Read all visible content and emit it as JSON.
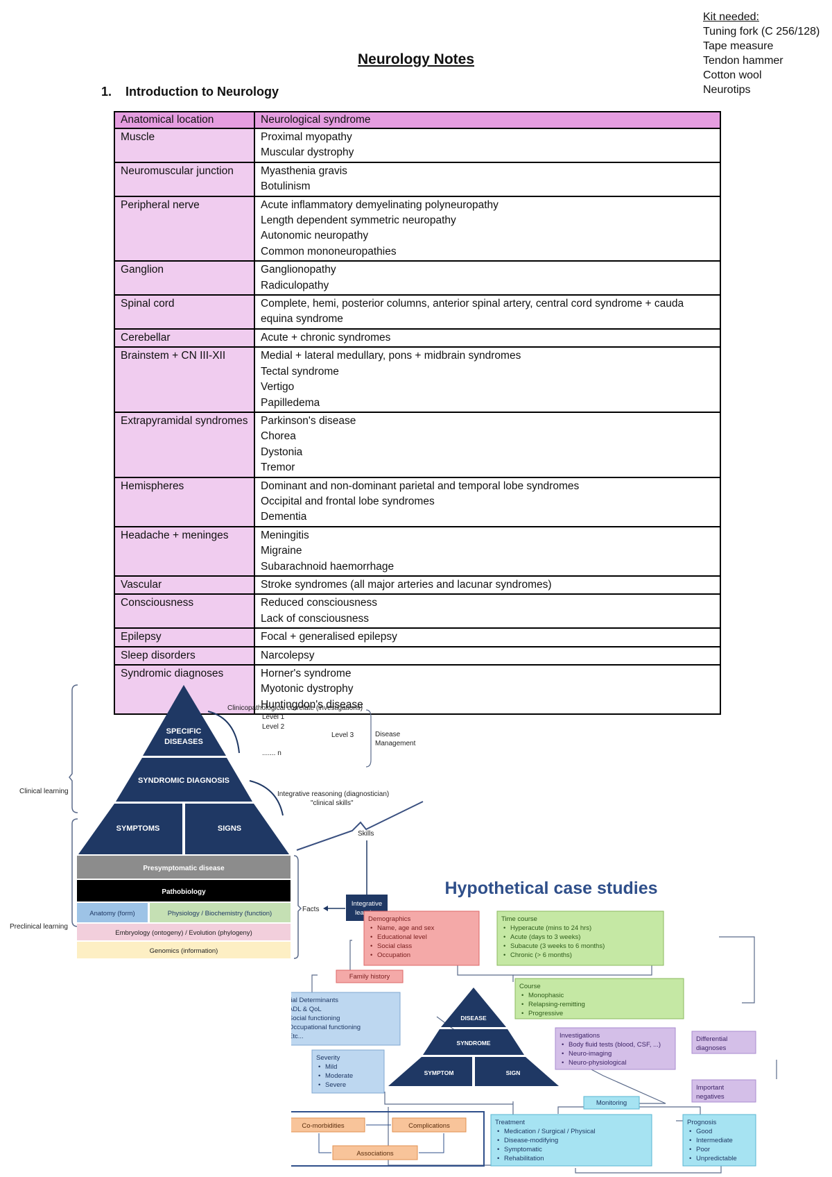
{
  "kit": {
    "heading": "Kit needed:",
    "items": [
      "Tuning fork (C 256/128)",
      "Tape measure",
      "Tendon hammer",
      "Cotton wool",
      "Neurotips"
    ]
  },
  "title": "Neurology Notes",
  "section": {
    "number": "1.",
    "name": "Introduction to Neurology"
  },
  "table": {
    "headers": [
      "Anatomical location",
      "Neurological syndrome"
    ],
    "rows": [
      {
        "loc": "Muscle",
        "syn": [
          "Proximal myopathy",
          "Muscular dystrophy"
        ]
      },
      {
        "loc": "Neuromuscular junction",
        "syn": [
          "Myasthenia gravis",
          "Botulinism"
        ]
      },
      {
        "loc": "Peripheral nerve",
        "syn": [
          "Acute inflammatory demyelinating polyneuropathy",
          "Length dependent symmetric neuropathy",
          "Autonomic neuropathy",
          "Common mononeuropathies"
        ]
      },
      {
        "loc": "Ganglion",
        "syn": [
          "Ganglionopathy",
          "Radiculopathy"
        ]
      },
      {
        "loc": "Spinal cord",
        "syn": [
          "Complete, hemi, posterior columns, anterior spinal artery, central cord syndrome + cauda equina syndrome"
        ]
      },
      {
        "loc": "Cerebellar",
        "syn": [
          "Acute + chronic syndromes"
        ]
      },
      {
        "loc": "Brainstem + CN III-XII",
        "syn": [
          "Medial + lateral medullary, pons + midbrain syndromes",
          "Tectal syndrome",
          "Vertigo",
          "Papilledema"
        ]
      },
      {
        "loc": "Extrapyramidal syndromes",
        "syn": [
          "Parkinson's disease",
          "Chorea",
          "Dystonia",
          "Tremor"
        ]
      },
      {
        "loc": "Hemispheres",
        "syn": [
          "Dominant and non-dominant parietal and temporal lobe syndromes",
          "Occipital and frontal lobe syndromes",
          "Dementia"
        ]
      },
      {
        "loc": "Headache + meninges",
        "syn": [
          "Meningitis",
          "Migraine",
          "Subarachnoid haemorrhage"
        ]
      },
      {
        "loc": "Vascular",
        "syn": [
          "Stroke syndromes (all major arteries and lacunar syndromes)"
        ]
      },
      {
        "loc": "Consciousness",
        "syn": [
          "Reduced consciousness",
          "Lack of consciousness"
        ]
      },
      {
        "loc": "Epilepsy",
        "syn": [
          "Focal + generalised epilepsy"
        ]
      },
      {
        "loc": "Sleep disorders",
        "syn": [
          "Narcolepsy"
        ]
      },
      {
        "loc": "Syndromic diagnoses",
        "syn": [
          "Horner's syndrome",
          "Myotonic dystrophy",
          "Huntingdon's disease"
        ]
      }
    ]
  },
  "pyramid": {
    "specific": [
      "SPECIFIC",
      "DISEASES"
    ],
    "syndromic": "SYNDROMIC DIAGNOSIS",
    "symptoms": "SYMPTOMS",
    "signs": "SIGNS",
    "presymptomatic": "Presymptomatic disease",
    "pathobiology": "Pathobiology",
    "anatomy": "Anatomy (form)",
    "physiology": "Physiology / Biochemistry (function)",
    "embryology": "Embryology (ontogeny) / Evolution (phylogeny)",
    "genomics": "Genomics (information)",
    "clinicopath": "Clinicopathological correlate (investigations)",
    "level1": "Level 1",
    "level2": "Level 2",
    "level3": "Level 3",
    "leveln": "....... n",
    "disease_mgmt": [
      "Disease",
      "Management"
    ],
    "integrative_reasoning": "Integrative reasoning (diagnostician)",
    "clinical_skills": "\"clinical skills\"",
    "skills": "Skills",
    "facts": "Facts",
    "integrative_learning": [
      "Integrative",
      "learning"
    ],
    "clinical_learning": "Clinical learning",
    "preclinical_learning": "Preclinical learning"
  },
  "cases": {
    "title": "Hypothetical case studies",
    "demographics": {
      "title": "Demographics",
      "items": [
        "Name, age and sex",
        "Educational level",
        "Social class",
        "Occupation"
      ]
    },
    "time_course": {
      "title": "Time course",
      "items": [
        "Hyperacute (mins to 24 hrs)",
        "Acute (days to 3 weeks)",
        "Subacute (3 weeks to 6 months)",
        "Chronic (> 6 months)"
      ]
    },
    "family_history": "Family history",
    "course": {
      "title": "Course",
      "items": [
        "Monophasic",
        "Relapsing-remitting",
        "Progressive"
      ]
    },
    "social": {
      "title": "Social Determinants",
      "items": [
        "ADL & QoL",
        "Social functioning",
        "Occupational functioning",
        "Etc..."
      ]
    },
    "severity": {
      "title": "Severity",
      "items": [
        "Mild",
        "Moderate",
        "Severe"
      ]
    },
    "investigations": {
      "title": "Investigations",
      "items": [
        "Body fluid tests (blood, CSF, ...)",
        "Neuro-imaging",
        "Neuro-physiological"
      ]
    },
    "differential": [
      "Differential",
      "diagnoses"
    ],
    "negatives": [
      "Important",
      "negatives"
    ],
    "monitoring": "Monitoring",
    "treatment": {
      "title": "Treatment",
      "items": [
        "Medication / Surgical / Physical",
        "Disease-modifying",
        "Symptomatic",
        "Rehabilitation"
      ]
    },
    "prognosis": {
      "title": "Prognosis",
      "items": [
        "Good",
        "Intermediate",
        "Poor",
        "Unpredictable"
      ]
    },
    "comorbidities": "Co-morbidities",
    "complications": "Complications",
    "associations": "Associations",
    "pyr": {
      "disease": "DISEASE",
      "syndrome": "SYNDROME",
      "symptom": "SYMPTOM",
      "sign": "SIGN"
    }
  }
}
